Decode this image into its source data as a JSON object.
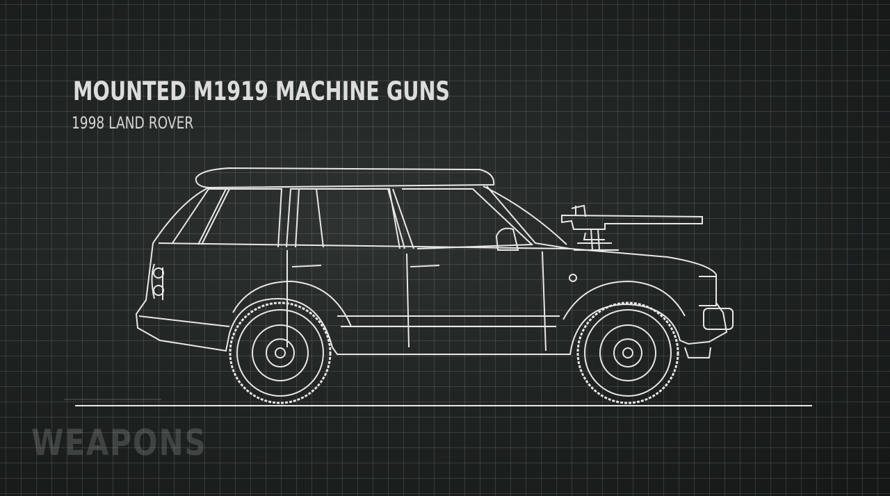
{
  "heading": {
    "title": "MOUNTED M1919 MACHINE GUNS",
    "subtitle": "1998 LAND ROVER"
  },
  "logo": {
    "text": "WEAPONS"
  },
  "colors": {
    "line": "#e8e8e8",
    "background": "#1f2322"
  }
}
